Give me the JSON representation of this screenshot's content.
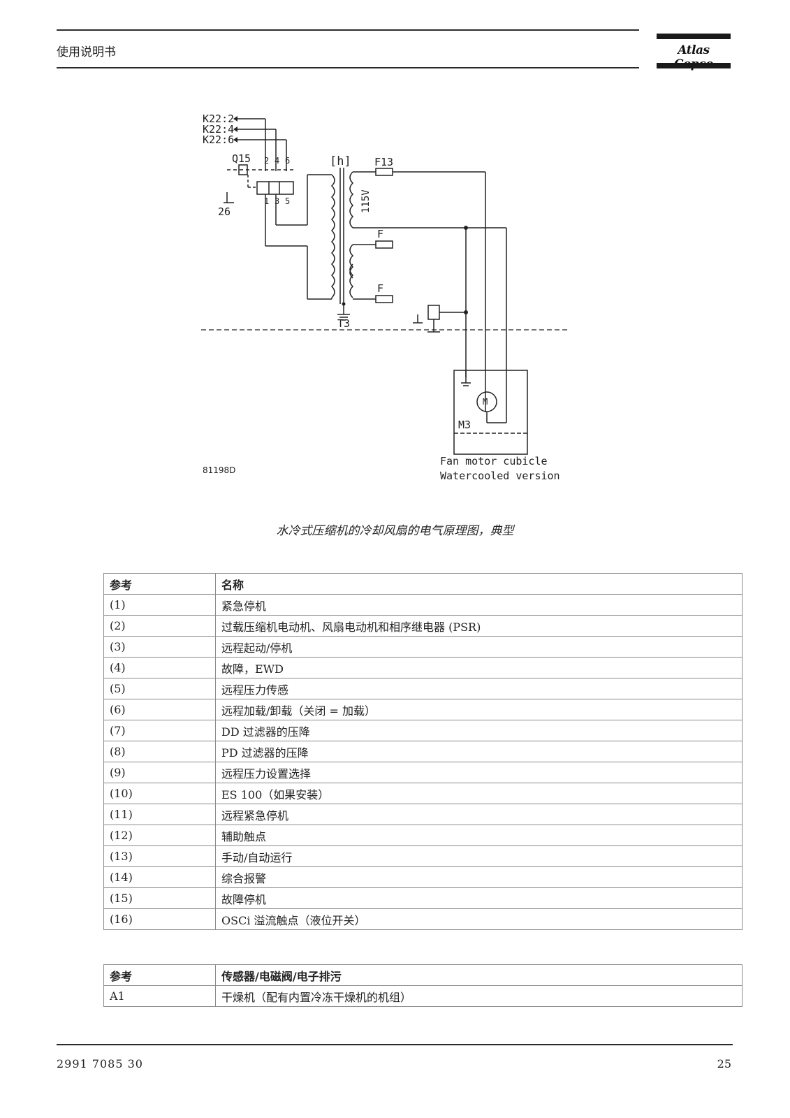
{
  "header": {
    "title": "使用说明书",
    "brand": "Atlas Copco"
  },
  "diagram": {
    "labels": {
      "k22_2": "K22:2",
      "k22_4": "K22:4",
      "k22_6": "K22:6",
      "q15": "Q15",
      "h": "[h]",
      "f13": "F13",
      "v115": "115V",
      "f_a": "F",
      "f_b": "F",
      "t3": "T3",
      "n26": "26",
      "m3": "M3",
      "m": "M",
      "code": "81198D",
      "fan1": "Fan motor cubicle",
      "fan2": "Watercooled version",
      "p2": "2",
      "p4": "4",
      "p6": "6",
      "p1": "1",
      "p3": "3",
      "p5": "5"
    }
  },
  "caption": "水冷式压缩机的冷却风扇的电气原理图，典型",
  "table1": {
    "headers": [
      "参考",
      "名称"
    ],
    "rows": [
      [
        "(1)",
        "紧急停机"
      ],
      [
        "(2)",
        "过载压缩机电动机、风扇电动机和相序继电器 (PSR)"
      ],
      [
        "(3)",
        "远程起动/停机"
      ],
      [
        "(4)",
        "故障，EWD"
      ],
      [
        "(5)",
        "远程压力传感"
      ],
      [
        "(6)",
        "远程加载/卸载（关闭 = 加载）"
      ],
      [
        "(7)",
        "DD 过滤器的压降"
      ],
      [
        "(8)",
        "PD 过滤器的压降"
      ],
      [
        "(9)",
        "远程压力设置选择"
      ],
      [
        "(10)",
        "ES 100（如果安装）"
      ],
      [
        "(11)",
        "远程紧急停机"
      ],
      [
        "(12)",
        "辅助触点"
      ],
      [
        "(13)",
        "手动/自动运行"
      ],
      [
        "(14)",
        "综合报警"
      ],
      [
        "(15)",
        "故障停机"
      ],
      [
        "(16)",
        "OSCi 溢流触点（液位开关）"
      ]
    ]
  },
  "table2": {
    "headers": [
      "参考",
      "传感器/电磁阀/电子排污"
    ],
    "rows": [
      [
        "A1",
        "干燥机（配有内置冷冻干燥机的机组）"
      ]
    ]
  },
  "footer": {
    "doc_number": "2991 7085 30",
    "page": "25"
  }
}
